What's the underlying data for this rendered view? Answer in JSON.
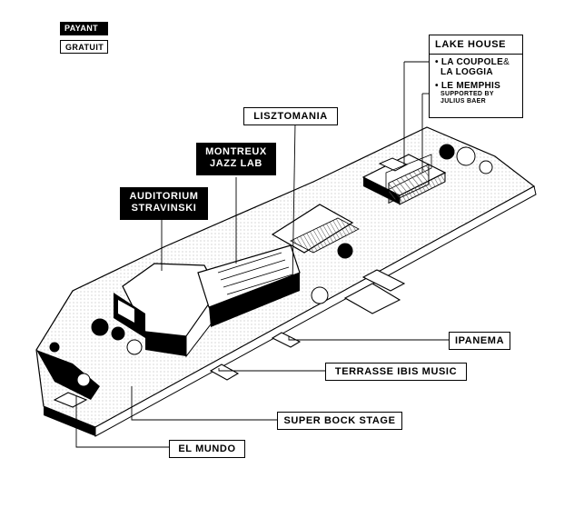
{
  "legend": {
    "paid": "PAYANT",
    "free": "GRATUIT"
  },
  "venues": {
    "auditorium_line1": "AUDITORIUM",
    "auditorium_line2": "STRAVINSKI",
    "jazzlab_line1": "MONTREUX",
    "jazzlab_line2": "JAZZ LAB",
    "lisztomania": "LISZTOMANIA",
    "ipanema": "IPANEMA",
    "terrasse": "TERRASSE IBIS MUSIC",
    "superbock": "SUPER BOCK STAGE",
    "elmundo": "EL MUNDO"
  },
  "lake_house": {
    "title": "LAKE HOUSE",
    "item1_a": "• LA COUPOLE",
    "item1_amp": "&",
    "item1_b": "LA LOGGIA",
    "item2": "• LE MEMPHIS",
    "item2_sub1": "SUPPORTED BY",
    "item2_sub2": "JULIUS BAER"
  },
  "colors": {
    "ink": "#000000",
    "paper": "#ffffff",
    "hatch": "#9a9a9a"
  }
}
